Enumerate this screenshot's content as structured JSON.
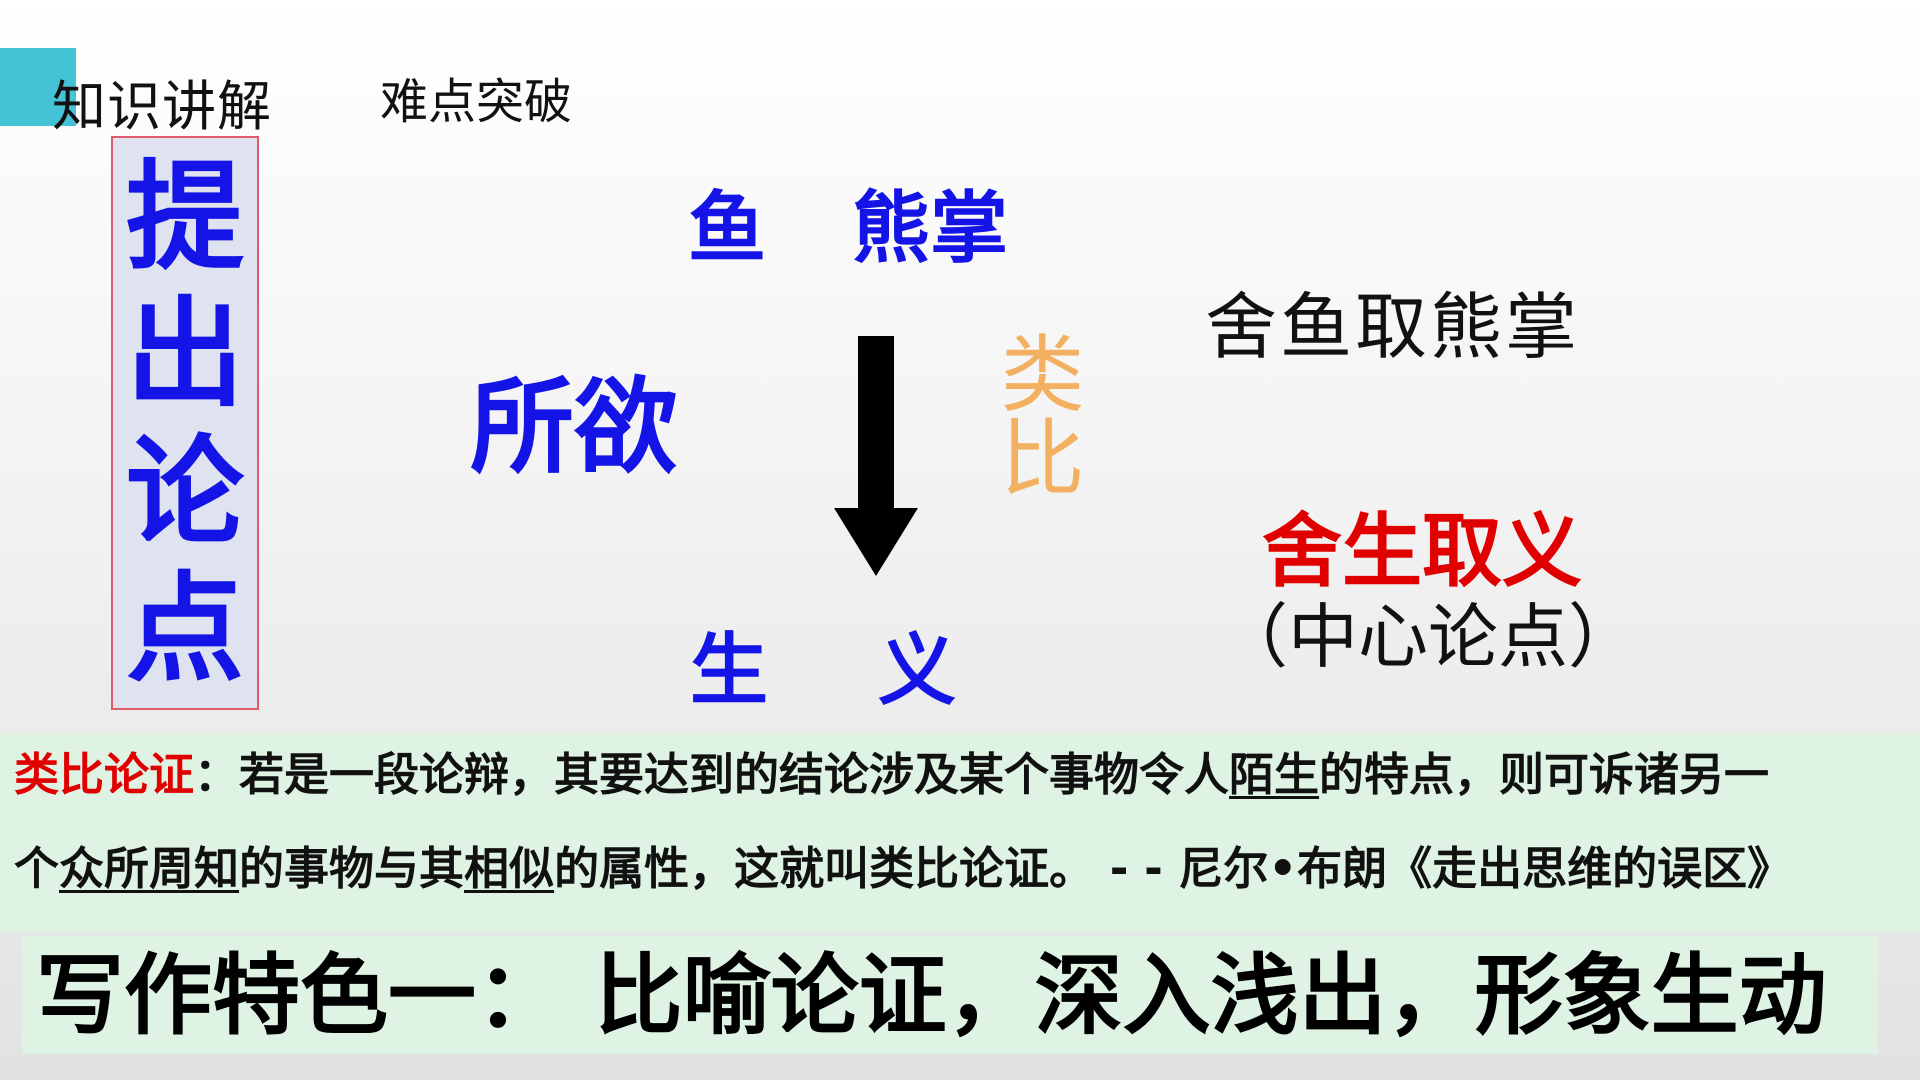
{
  "header": {
    "tab_knowledge": "知识讲解",
    "tab_difficulty": "难点突破"
  },
  "thesis_box": {
    "chars": [
      "提",
      "出",
      "论",
      "点"
    ]
  },
  "diagram": {
    "fish": "鱼",
    "bear_paw": "熊掌",
    "desire": "所欲",
    "life": "生",
    "righteousness": "义",
    "analogy_label": "类比",
    "phrase_fish_paw": "舍鱼取熊掌",
    "phrase_thesis": "舍生取义",
    "phrase_thesis_note": "（中心论点）"
  },
  "definition": {
    "term": "类比论证",
    "l1_a": "：若是一段论辩，其要达到的结论涉及某个事物令人",
    "l1_u1": "陌生",
    "l1_b": "的特点，则可诉诸另一",
    "l2_a": "个",
    "l2_u1": "众所周知",
    "l2_b": "的事物与其",
    "l2_u2": "相似",
    "l2_c": "的属性，这就叫类比论证。 - - 尼尔•布朗《走出思维的误区》"
  },
  "banner": {
    "text": "写作特色一： 比喻论证，深入浅出，形象生动"
  },
  "colors": {
    "accent_blue": "#1414e6",
    "accent_red": "#e00000",
    "analogy_orange": "#f2b060",
    "tab_marker_teal": "#45c3d6",
    "panel_green": "#dff3e4"
  }
}
